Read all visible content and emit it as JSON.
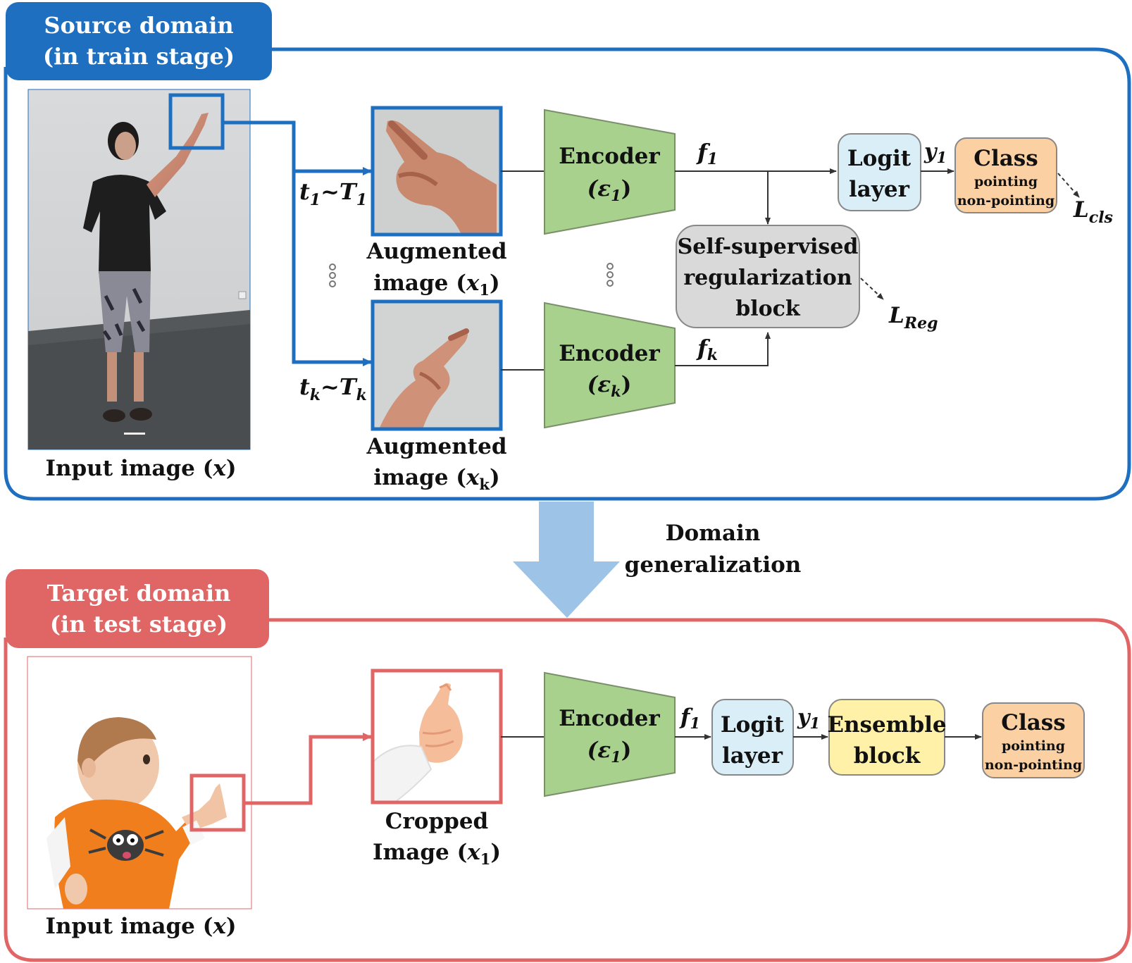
{
  "colors": {
    "source_accent": "#1f6fc1",
    "target_accent": "#e06666",
    "encoder_fill": "#a9d18e",
    "logit_fill": "#d9eef7",
    "class_fill": "#fbd0a2",
    "ensemble_fill": "#fff2a8",
    "regularization_fill": "#d9d9d9",
    "domain_arrow": "#9dc3e6"
  },
  "source_panel": {
    "tab_line1": "Source domain",
    "tab_line2": "(in train stage)",
    "input_caption": "Input image (",
    "input_caption_var": "x",
    "input_caption_close": ")",
    "aug1_caption_line1": "Augmented",
    "aug1_caption_line2": "image (",
    "aug1_var": "x",
    "aug1_sub": "1",
    "augk_caption_line1": "Augmented",
    "augk_caption_line2": "image (",
    "augk_var": "x",
    "augk_sub": "k",
    "t1_var": "t",
    "t1_sub": "1",
    "t1_dist": "~T",
    "t1_dist_sub": "1",
    "tk_var": "t",
    "tk_sub": "k",
    "tk_dist": "~T",
    "tk_dist_sub": "k",
    "encoder1_label": "Encoder",
    "encoder1_sym": "(ε",
    "encoder1_sub": "1",
    "encoderk_label": "Encoder",
    "encoderk_sym": "(ε",
    "encoderk_sub": "k",
    "f1_var": "f",
    "f1_sub": "1",
    "fk_var": "f",
    "fk_sub": "k",
    "logit_line1": "Logit",
    "logit_line2": "layer",
    "y1_var": "y",
    "y1_sub": "1",
    "class_title": "Class",
    "class_opt1": "pointing",
    "class_opt2": "non-pointing",
    "loss_cls": "L",
    "loss_cls_sub": "cls",
    "reg_line1": "Self-supervised",
    "reg_line2": "regularization",
    "reg_line3": "block",
    "loss_reg": "L",
    "loss_reg_sub": "Reg"
  },
  "transition": {
    "line1": "Domain",
    "line2": "generalization"
  },
  "target_panel": {
    "tab_line1": "Target domain",
    "tab_line2": "(in test stage)",
    "input_caption": "Input image (",
    "input_caption_var": "x",
    "input_caption_close": ")",
    "crop_caption_line1": "Cropped",
    "crop_caption_line2": "Image (",
    "crop_var": "x",
    "crop_sub": "1",
    "encoder_label": "Encoder",
    "encoder_sym": "(ε",
    "encoder_sub": "1",
    "f1_var": "f",
    "f1_sub": "1",
    "logit_line1": "Logit",
    "logit_line2": "layer",
    "y1_var": "y",
    "y1_sub": "1",
    "ensemble_line1": "Ensemble",
    "ensemble_line2": "block",
    "class_title": "Class",
    "class_opt1": "pointing",
    "class_opt2": "non-pointing"
  }
}
